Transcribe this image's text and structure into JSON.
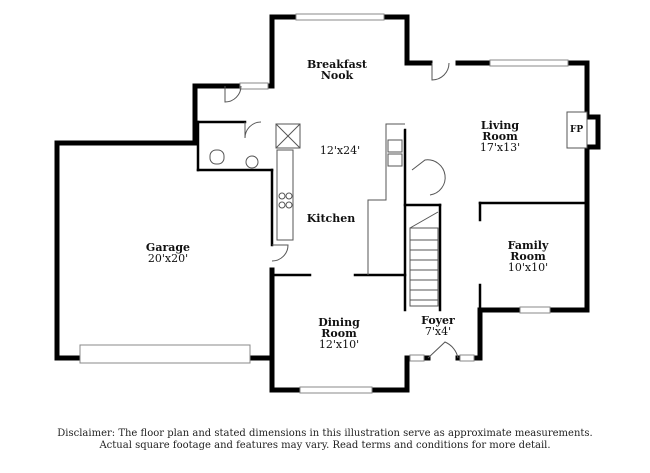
{
  "rooms": {
    "breakfast_nook": {
      "name_line1": "Breakfast",
      "name_line2": "Nook"
    },
    "kitchen": {
      "name": "Kitchen",
      "dim": "12'x24'"
    },
    "living_room": {
      "name_line1": "Living",
      "name_line2": "Room",
      "dim": "17'x13'"
    },
    "garage": {
      "name": "Garage",
      "dim": "20'x20'"
    },
    "family_room": {
      "name_line1": "Family",
      "name_line2": "Room",
      "dim": "10'x10'"
    },
    "dining_room": {
      "name_line1": "Dining",
      "name_line2": "Room",
      "dim": "12'x10'"
    },
    "foyer": {
      "name": "Foyer",
      "dim": "7'x4'"
    }
  },
  "fireplace_label": "FP",
  "disclaimer": {
    "line1": "Disclaimer: The floor plan and stated dimensions in this illustration serve as approximate measurements.",
    "line2": "Actual square footage and features may vary. Read terms and conditions for more detail."
  },
  "colors": {
    "wall": "#000000",
    "fixture": "#555555",
    "background": "#ffffff"
  }
}
